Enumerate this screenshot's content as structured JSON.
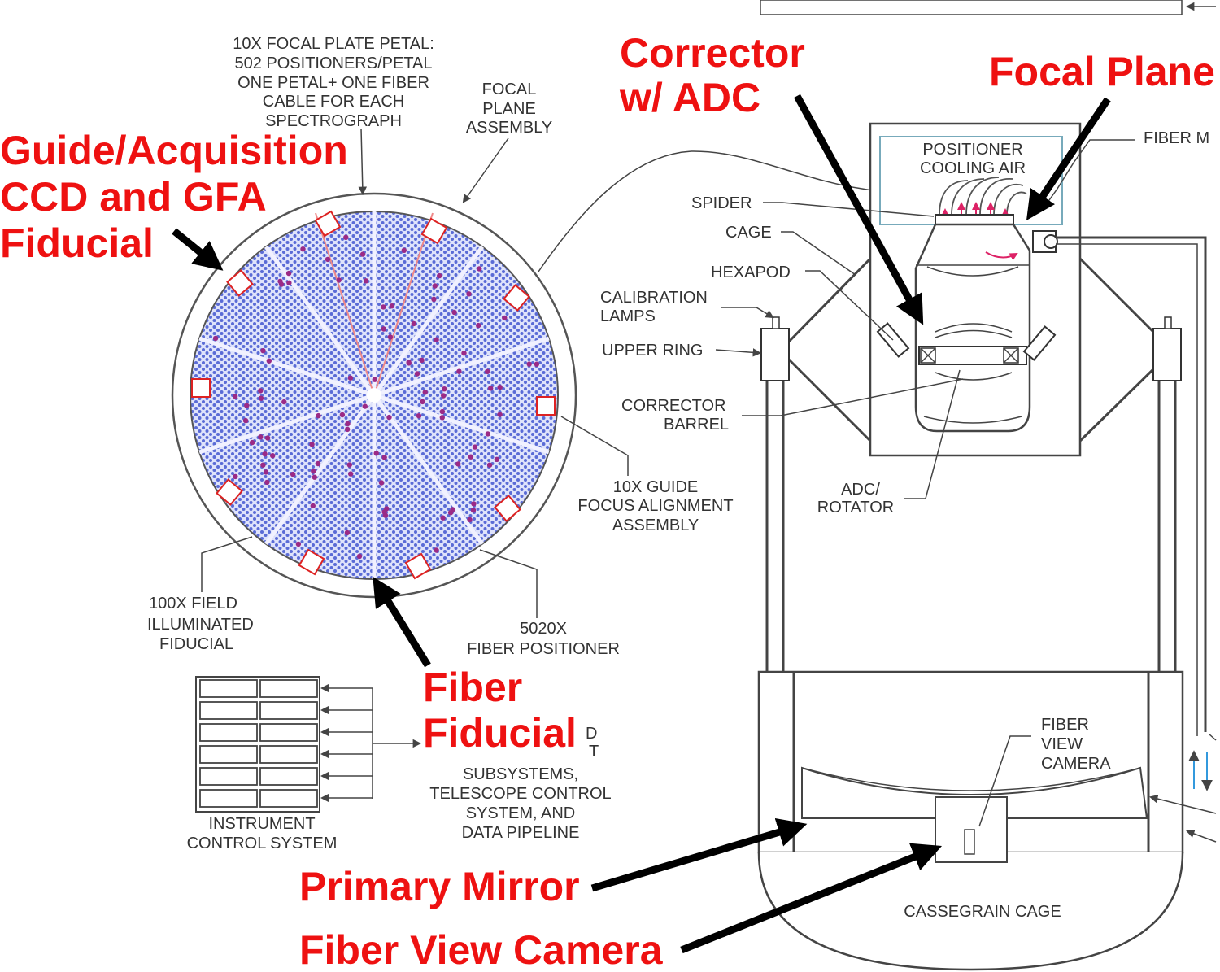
{
  "labels": {
    "petal": [
      "10X FOCAL PLATE PETAL:",
      "502 POSITIONERS/PETAL",
      "ONE PETAL+ ONE FIBER",
      "CABLE FOR EACH",
      "SPECTROGRAPH"
    ],
    "focal_plane_assembly": [
      "FOCAL",
      "PLANE",
      "ASSEMBLY"
    ],
    "guide_focus": [
      "10X GUIDE",
      "FOCUS ALIGNMENT",
      "ASSEMBLY"
    ],
    "field_fiducial": [
      "100X FIELD",
      "ILLUMINATED",
      "FIDUCIAL"
    ],
    "fiber_positioner": [
      "5020X",
      "FIBER POSITIONER"
    ],
    "instrument_control": [
      "INSTRUMENT",
      "CONTROL SYSTEM"
    ],
    "subsystems": [
      "SUBSYSTEMS,",
      "TELESCOPE CONTROL",
      "SYSTEM, AND",
      "DATA PIPELINE"
    ],
    "partial_fragment": [
      "D",
      "T"
    ],
    "positioner_cooling": [
      "POSITIONER",
      "COOLING AIR"
    ],
    "fiber_m": "FIBER M",
    "spider": "SPIDER",
    "cage": "CAGE",
    "hexapod": "HEXAPOD",
    "calibration_lamps": [
      "CALIBRATION",
      "LAMPS"
    ],
    "upper_ring": "UPPER RING",
    "corrector_barrel": [
      "CORRECTOR",
      "BARREL"
    ],
    "adc_rotator": [
      "ADC/",
      "ROTATOR"
    ],
    "fiber_view_camera_small": [
      "FIBER",
      "VIEW",
      "CAMERA"
    ],
    "cassegrain_cage": "CASSEGRAIN CAGE"
  },
  "callouts": {
    "guide_acquisition": [
      "Guide/Acquisition",
      "CCD and GFA",
      "Fiducial"
    ],
    "corrector": [
      "Corrector",
      "w/ ADC"
    ],
    "focal_plane": "Focal Plane",
    "fiber_fiducial": [
      "Fiber",
      "Fiducial"
    ],
    "primary_mirror": "Primary Mirror",
    "fiber_view_camera": "Fiber View Camera"
  },
  "colors": {
    "callout": "#ee1111",
    "positioner_dots": "#5a6bd6",
    "fiducial_dots": "#9b2a86",
    "guide_squares": "#dd2222",
    "cooling_arrows": "#dd2266",
    "fiber_arrows": "#3399dd"
  },
  "icons": [
    "focal-plate-disc",
    "telescope-cage-drawing",
    "instrument-control-rack"
  ]
}
